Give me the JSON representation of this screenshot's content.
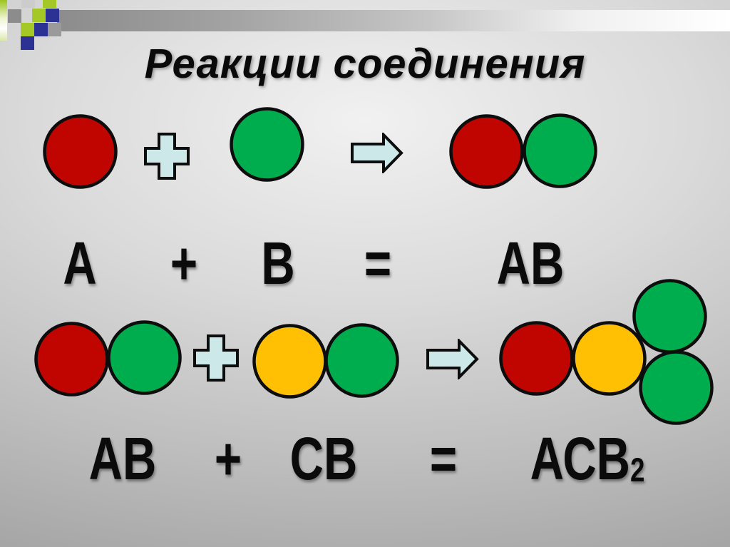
{
  "slide": {
    "title": "Реакции соединения",
    "equations": [
      {
        "terms": [
          "А",
          "+",
          "В",
          "=",
          "АВ"
        ]
      },
      {
        "terms": [
          "АВ",
          "+",
          "СВ",
          "=",
          "АСВ"
        ],
        "result_subscript": "2"
      }
    ]
  },
  "diagram": {
    "row1": {
      "reactants": [
        [
          "red"
        ],
        [
          "green"
        ]
      ],
      "product": [
        "red",
        "green"
      ]
    },
    "row2": {
      "reactants": [
        [
          "red",
          "green"
        ],
        [
          "yellow",
          "green"
        ]
      ],
      "product": [
        "red",
        "yellow",
        "green",
        "green"
      ]
    }
  },
  "colors": {
    "red": "#c00500",
    "green": "#00ad4e",
    "yellow": "#ffc003",
    "operator_fill": "#cde8e8",
    "deco_lime": "#a4c926",
    "deco_navy": "#2c3194",
    "deco_gray": "#8c8c8c",
    "deco_gray_light": "#9a9a9a",
    "deco_silver": "#c4c4c4"
  }
}
